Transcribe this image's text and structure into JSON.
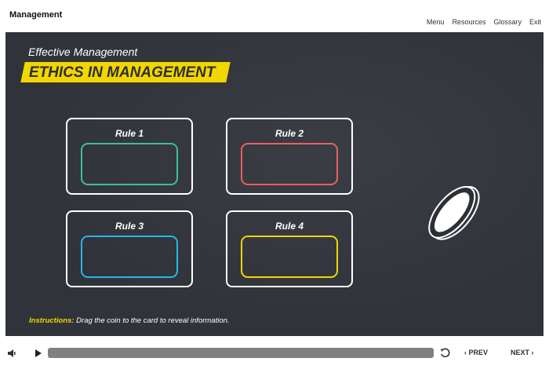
{
  "header": {
    "title": "Management",
    "nav": [
      "Menu",
      "Resources",
      "Glossary",
      "Exit"
    ]
  },
  "slide": {
    "subtitle": "Effective Management",
    "title": "ETHICS IN MANAGEMENT",
    "cards": [
      {
        "label": "Rule 1",
        "color": "#3dbf9a"
      },
      {
        "label": "Rule 2",
        "color": "#e86060"
      },
      {
        "label": "Rule 3",
        "color": "#25b8e6"
      },
      {
        "label": "Rule 4",
        "color": "#f2d600"
      }
    ],
    "instructions_label": "Instructions:",
    "instructions_text": " Drag the coin to the card to reveal information."
  },
  "controls": {
    "prev": "PREV",
    "next": "NEXT",
    "progress": 0
  }
}
